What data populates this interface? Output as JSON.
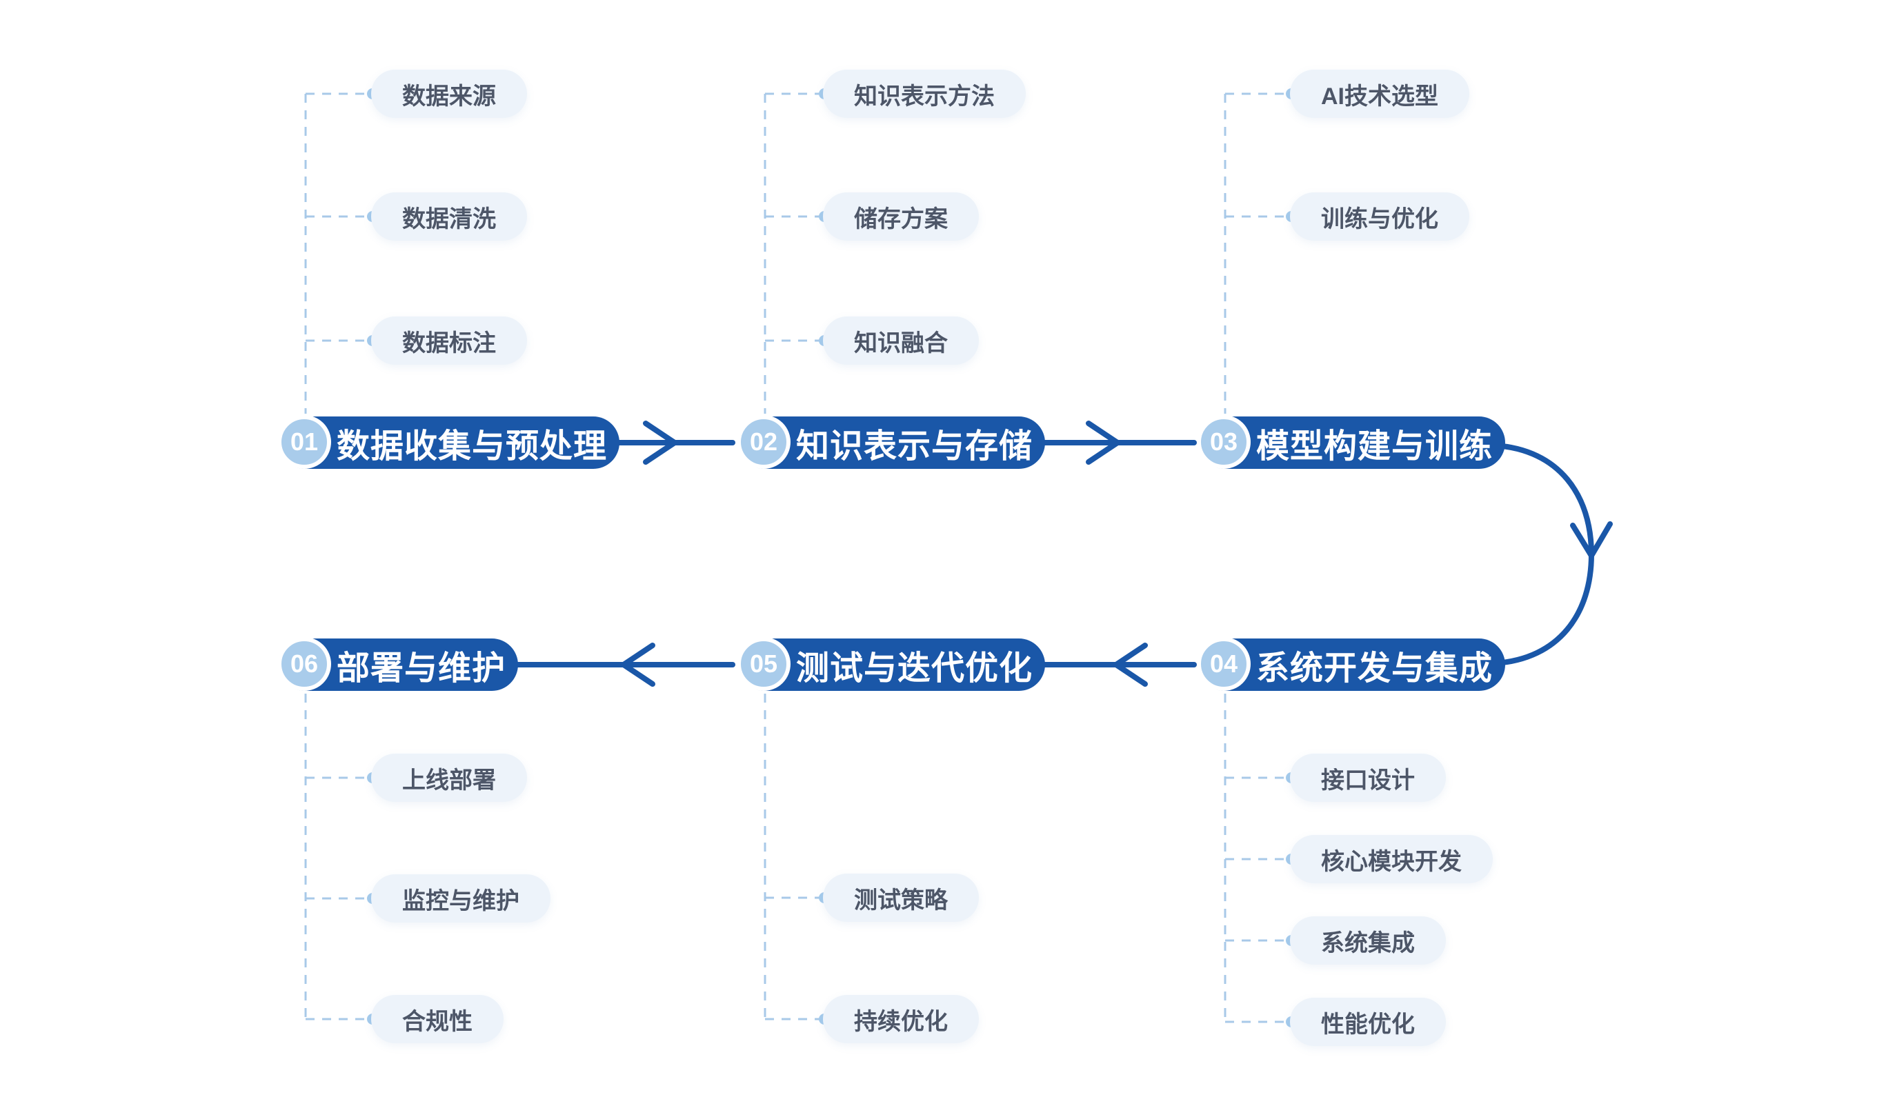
{
  "diagram_type": "process-flowchart",
  "colors": {
    "primary_blue": "#1A57A8",
    "badge_blue": "#A9CCEB",
    "sub_pill_bg": "#EDF3FA",
    "sub_pill_text": "#4D5668",
    "dashed_line": "#A8C9E8",
    "dot": "#A5CBEC",
    "background": "#FFFFFF"
  },
  "flow_order": [
    "01",
    "02",
    "03",
    "04",
    "05",
    "06"
  ],
  "stages": [
    {
      "number": "01",
      "label": "数据收集与预处理",
      "sub_items": [
        "数据来源",
        "数据清洗",
        "数据标注"
      ]
    },
    {
      "number": "02",
      "label": "知识表示与存储",
      "sub_items": [
        "知识表示方法",
        "储存方案",
        "知识融合"
      ]
    },
    {
      "number": "03",
      "label": "模型构建与训练",
      "sub_items": [
        "AI技术选型",
        "训练与优化"
      ]
    },
    {
      "number": "04",
      "label": "系统开发与集成",
      "sub_items": [
        "接口设计",
        "核心模块开发",
        "系统集成",
        "性能优化"
      ]
    },
    {
      "number": "05",
      "label": "测试与迭代优化",
      "sub_items": [
        "测试策略",
        "持续优化"
      ]
    },
    {
      "number": "06",
      "label": "部署与维护",
      "sub_items": [
        "上线部署",
        "监控与维护",
        "合规性"
      ]
    }
  ]
}
